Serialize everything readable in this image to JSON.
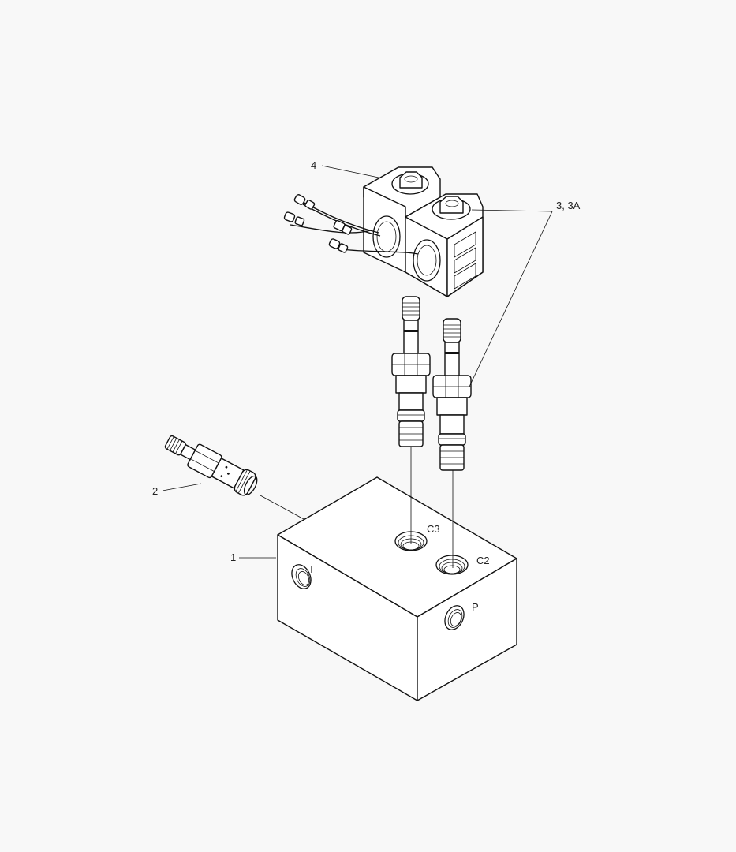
{
  "diagram": {
    "type": "exploded-parts-view",
    "background": "#f8f8f8",
    "line_color": "#111111",
    "callouts": [
      {
        "id": "1",
        "label": "1",
        "part": "manifold-block"
      },
      {
        "id": "2",
        "label": "2",
        "part": "relief-valve-cartridge"
      },
      {
        "id": "3",
        "label": "3, 3A",
        "part": "solenoid-valve-cartridges"
      },
      {
        "id": "4",
        "label": "4",
        "part": "solenoid-coils"
      }
    ],
    "ports": [
      {
        "label": "C3"
      },
      {
        "label": "C2"
      },
      {
        "label": "T"
      },
      {
        "label": "P"
      }
    ]
  }
}
